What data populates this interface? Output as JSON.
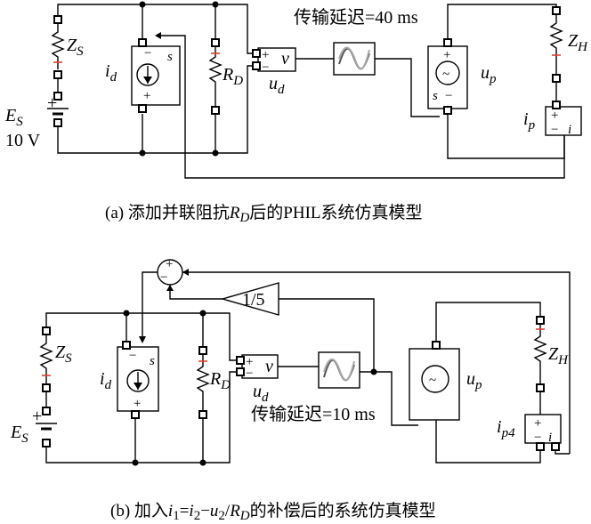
{
  "panel_a": {
    "caption_prefix": "(a) 添加并联阻抗",
    "caption_r": "R",
    "caption_r_sub": "D",
    "caption_suffix": "后的PHIL系统仿真模型",
    "delay_label": "传输延迟=40 ms",
    "zs": "Z",
    "zs_sub": "S",
    "id": "i",
    "id_sub": "d",
    "rd": "R",
    "rd_sub": "D",
    "es": "E",
    "es_sub": "S",
    "es_value": "10 V",
    "ud": "u",
    "ud_sub": "d",
    "up": "u",
    "up_sub": "p",
    "zh": "Z",
    "zh_sub": "H",
    "ip": "i",
    "ip_sub": "p",
    "v_port": "v",
    "s_port": "s",
    "i_port": "i"
  },
  "panel_b": {
    "caption_prefix": "(b) 加入",
    "caption_formula": "i",
    "caption_sub1": "1",
    "caption_eq": "=",
    "caption_i2": "i",
    "caption_sub2": "2",
    "caption_minus": "−",
    "caption_u2": "u",
    "caption_sub3": "2",
    "caption_slash": "/",
    "caption_rd": "R",
    "caption_rd_sub": "D",
    "caption_suffix": "的补偿后的系统仿真模型",
    "delay_label": "传输延迟=10 ms",
    "gain": "1/5",
    "zs": "Z",
    "zs_sub": "S",
    "id": "i",
    "id_sub": "d",
    "rd": "R",
    "rd_sub": "D",
    "es": "E",
    "es_sub": "S",
    "ud": "u",
    "ud_sub": "d",
    "up": "u",
    "up_sub": "p",
    "zh": "Z",
    "zh_sub": "H",
    "ip": "i",
    "ip_sub": "p4",
    "v_port": "v",
    "s_port": "s",
    "i_port": "i"
  }
}
